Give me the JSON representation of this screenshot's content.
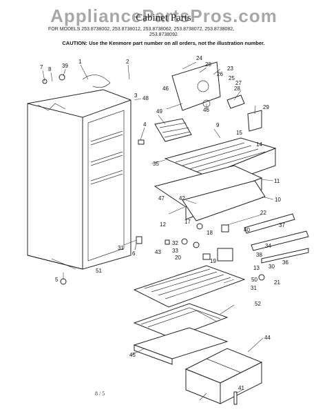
{
  "header": {
    "watermark": "AppliancePartsPros.com",
    "title": "Cabinet Parts",
    "models_line1": "FOR MODELS 253.8738002, 253.8738012, 253.8738062, 253.8738072, 253.8738082,",
    "models_line2": "253.8738092",
    "caution": "CAUTION: Use the Kenmore part number on all orders, not the illustration number."
  },
  "footer": {
    "page_number": "8 / 5"
  },
  "callouts": [
    "7",
    "8",
    "39",
    "1",
    "2",
    "3",
    "48",
    "4",
    "24",
    "28",
    "23",
    "25",
    "27",
    "26",
    "46",
    "46",
    "28",
    "29",
    "15",
    "14",
    "49",
    "9",
    "35",
    "11",
    "47",
    "42",
    "10",
    "22",
    "12",
    "17",
    "18",
    "40",
    "37",
    "34",
    "38",
    "36",
    "32",
    "33",
    "43",
    "20",
    "19",
    "13",
    "30",
    "21",
    "31",
    "50",
    "51",
    "5",
    "6",
    "31",
    "52",
    "44",
    "45",
    "41"
  ]
}
